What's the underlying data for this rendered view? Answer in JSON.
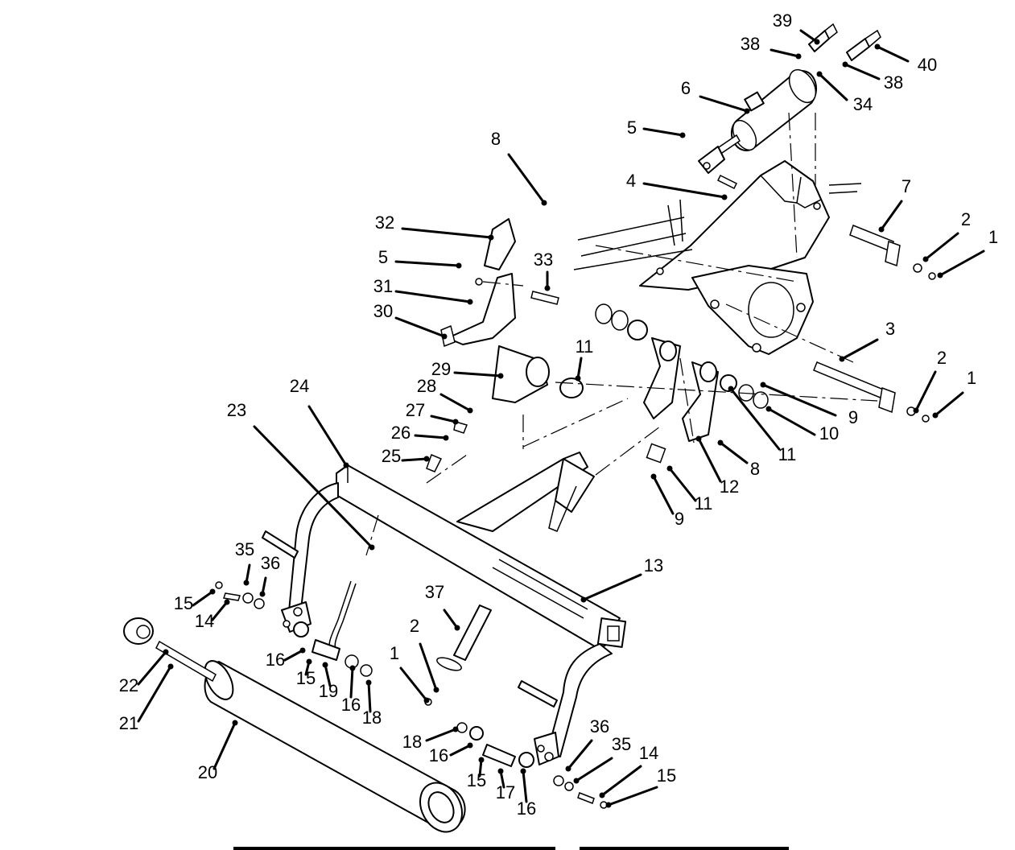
{
  "diagram": {
    "callouts": [
      {
        "label": "39"
      },
      {
        "label": "38"
      },
      {
        "label": "40"
      },
      {
        "label": "38"
      },
      {
        "label": "34"
      },
      {
        "label": "6"
      },
      {
        "label": "5"
      },
      {
        "label": "8"
      },
      {
        "label": "4"
      },
      {
        "label": "7"
      },
      {
        "label": "2"
      },
      {
        "label": "1"
      },
      {
        "label": "32"
      },
      {
        "label": "5"
      },
      {
        "label": "33"
      },
      {
        "label": "31"
      },
      {
        "label": "30"
      },
      {
        "label": "3"
      },
      {
        "label": "11"
      },
      {
        "label": "29"
      },
      {
        "label": "2"
      },
      {
        "label": "1"
      },
      {
        "label": "28"
      },
      {
        "label": "9"
      },
      {
        "label": "27"
      },
      {
        "label": "10"
      },
      {
        "label": "26"
      },
      {
        "label": "24"
      },
      {
        "label": "23"
      },
      {
        "label": "25"
      },
      {
        "label": "8"
      },
      {
        "label": "11"
      },
      {
        "label": "12"
      },
      {
        "label": "11"
      },
      {
        "label": "9"
      },
      {
        "label": "13"
      },
      {
        "label": "35"
      },
      {
        "label": "36"
      },
      {
        "label": "37"
      },
      {
        "label": "15"
      },
      {
        "label": "14"
      },
      {
        "label": "2"
      },
      {
        "label": "1"
      },
      {
        "label": "22"
      },
      {
        "label": "16"
      },
      {
        "label": "15"
      },
      {
        "label": "19"
      },
      {
        "label": "16"
      },
      {
        "label": "18"
      },
      {
        "label": "21"
      },
      {
        "label": "20"
      },
      {
        "label": "18"
      },
      {
        "label": "16"
      },
      {
        "label": "36"
      },
      {
        "label": "35"
      },
      {
        "label": "14"
      },
      {
        "label": "15"
      },
      {
        "label": "15"
      },
      {
        "label": "17"
      },
      {
        "label": "16"
      }
    ]
  }
}
